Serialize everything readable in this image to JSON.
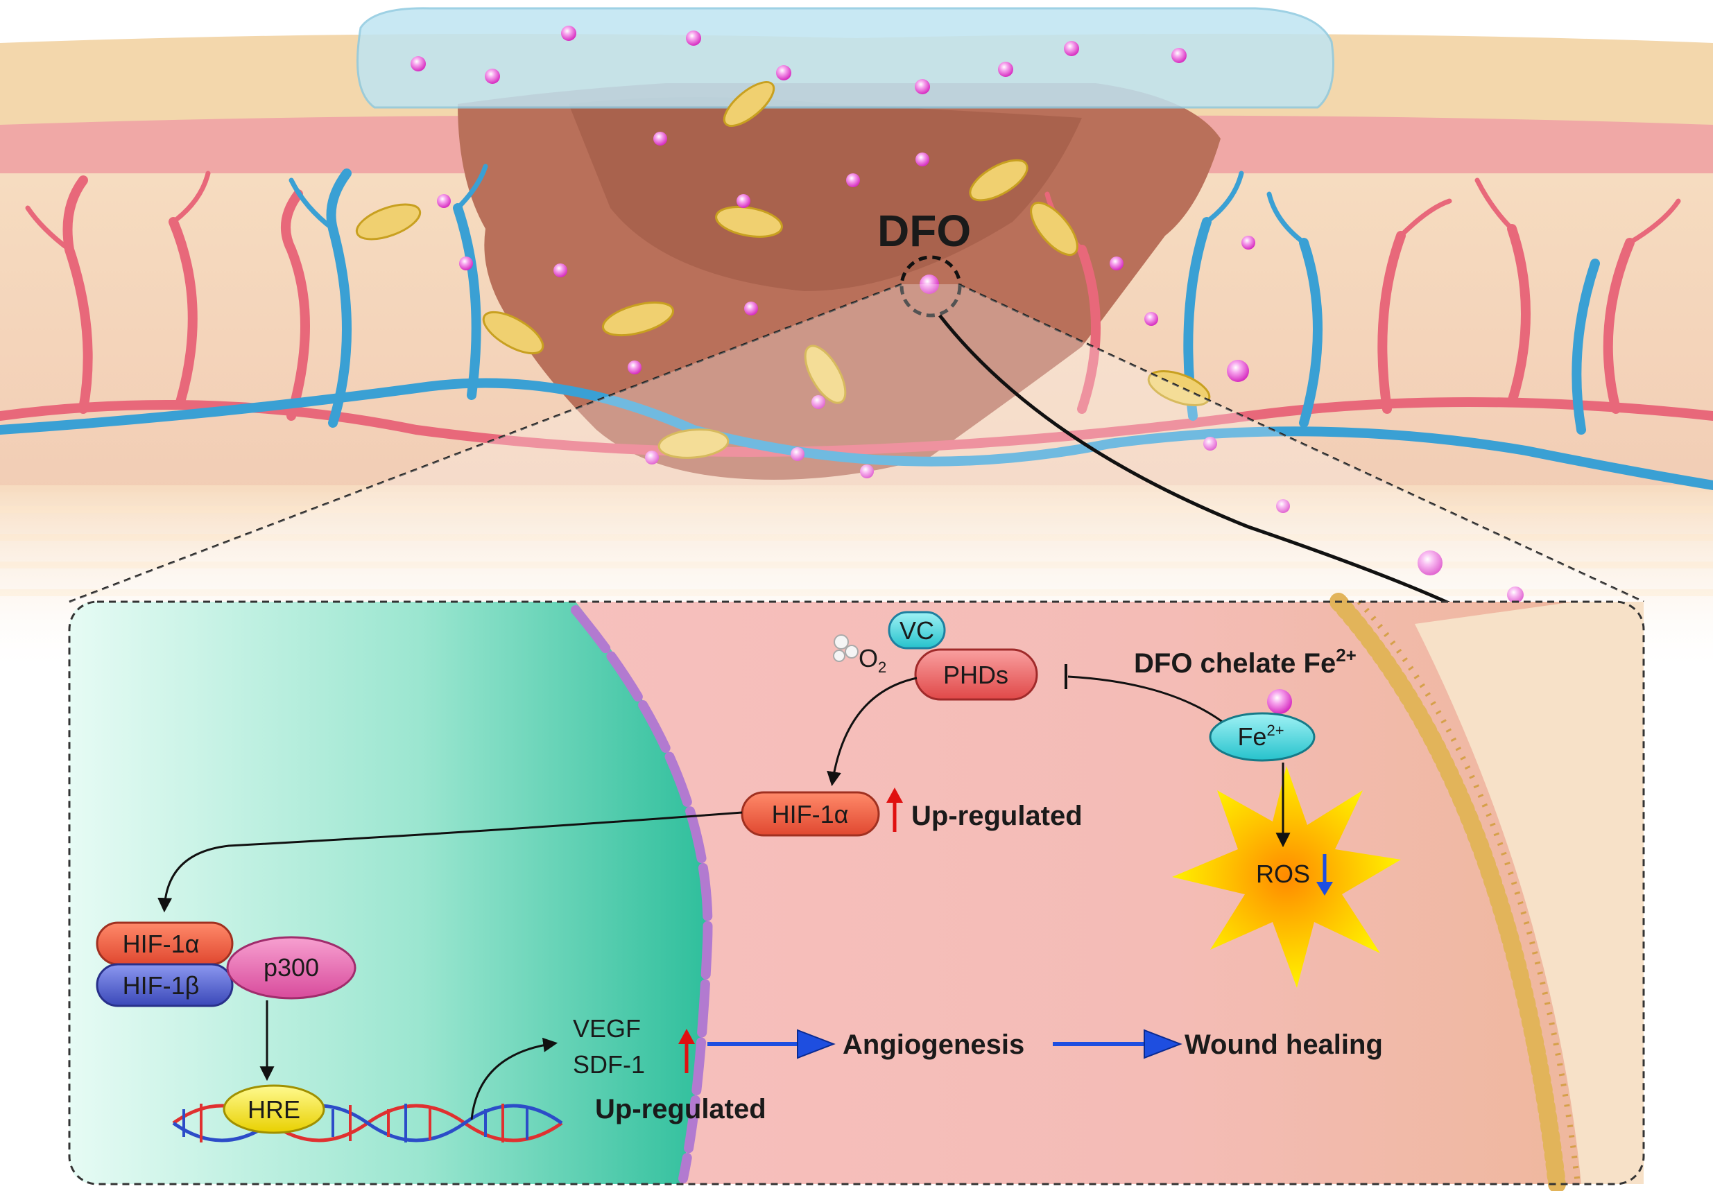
{
  "labels": {
    "dfo": "DFO",
    "vc": "VC",
    "o2": "O",
    "o2_sub": "2",
    "phds": "PHDs",
    "dfo_chelate": "DFO chelate Fe",
    "dfo_chelate_sup": "2+",
    "fe": "Fe",
    "fe_sup": "2+",
    "hif1a_top": "HIF-1α",
    "upregulated_1": "Up-regulated",
    "ros": "ROS",
    "hif1a_complex": "HIF-1α",
    "hif1b_complex": "HIF-1β",
    "p300": "p300",
    "hre": "HRE",
    "vegf": "VEGF",
    "sdf1": "SDF-1",
    "upregulated_2": "Up-regulated",
    "angiogenesis": "Angiogenesis",
    "wound_healing": "Wound healing"
  },
  "colors": {
    "skin_top": "#f2d3a8",
    "dermis": "#f7c9b8",
    "epidermis_pink": "#f0a9a8",
    "wound": "#b96b55",
    "artery": "#e8697a",
    "vein": "#3aa0d4",
    "cell_yellow": "#f0d060",
    "nanoparticle": "#e040c8",
    "nucleus": "#40c4a8",
    "cytoplasm": "#f8c0c0",
    "membrane": "#e8b860",
    "phds": "#e85858",
    "hif1a": "#f06040",
    "hif1b": "#5060c8",
    "p300": "#e868b0",
    "hre": "#f0e020",
    "fe": "#40d0d8",
    "vc": "#40b8e8",
    "ros_star": "#ffd000",
    "arrow_blue": "#1e4ee0",
    "arrow_red": "#e01010"
  },
  "icons": [
    "up-arrow-icon",
    "down-arrow-icon",
    "inhibit-arrow-icon"
  ]
}
